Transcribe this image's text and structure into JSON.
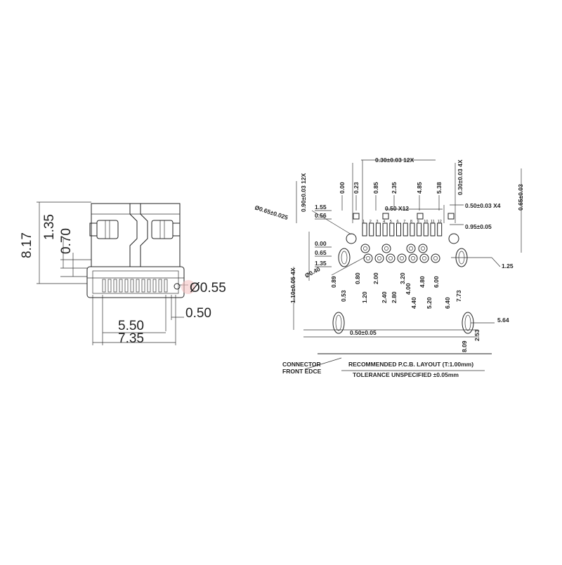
{
  "left_view": {
    "dims": {
      "h_total": "8.17",
      "h_mid": "1.35",
      "h_small": "0.70",
      "dia": "Ø0.55",
      "pitch": "0.50",
      "w_inner": "5.50",
      "w_outer": "7.35"
    }
  },
  "right_view": {
    "top": {
      "slot_width": "0.30±0.03 12X",
      "pad_width": "0.30±0.03 4X",
      "left_hole_pitch": "0.90±0.03 12X",
      "right_pitch": "0.65±0.03",
      "pad_pitch": "0.50 X12",
      "side_pad": "0.50±0.03 X4",
      "gap": "0.95±0.05",
      "dia_top": "Ø0.65±0.025",
      "dia_small": "Ø0.40",
      "pad_length": "1.10±0.05 4X",
      "bottom_gap": "0.50±0.05",
      "right_offset": "1.25",
      "right_dim": "5.64",
      "right_small": "2.53"
    },
    "top_cols": [
      "0.00",
      "0.23",
      "0.85",
      "2.35",
      "4.85",
      "5.38"
    ],
    "left_rows": [
      "1.55",
      "0.56",
      "0.00",
      "0.65",
      "1.35"
    ],
    "bottom_cols": [
      "0.89",
      "0.53",
      "0.80",
      "1.20",
      "2.00",
      "2.40",
      "2.80",
      "3.20",
      "4.00",
      "4.40",
      "4.80",
      "5.20",
      "6.00",
      "6.40",
      "7.73",
      "8.09"
    ],
    "pin_numbers": [
      "1",
      "2",
      "3",
      "4",
      "5",
      "6",
      "7",
      "8",
      "9",
      "10",
      "11",
      "12"
    ]
  },
  "notes": {
    "connector_edge": "CONNECTOR",
    "connector_edge2": "FRONT EDCE",
    "layout_title": "RECOMMENDED  P.C.B. LAYOUT (T:1.00mm)",
    "tolerance": "TOLERANCE  UNSPECIFIED  ±0.05mm"
  }
}
